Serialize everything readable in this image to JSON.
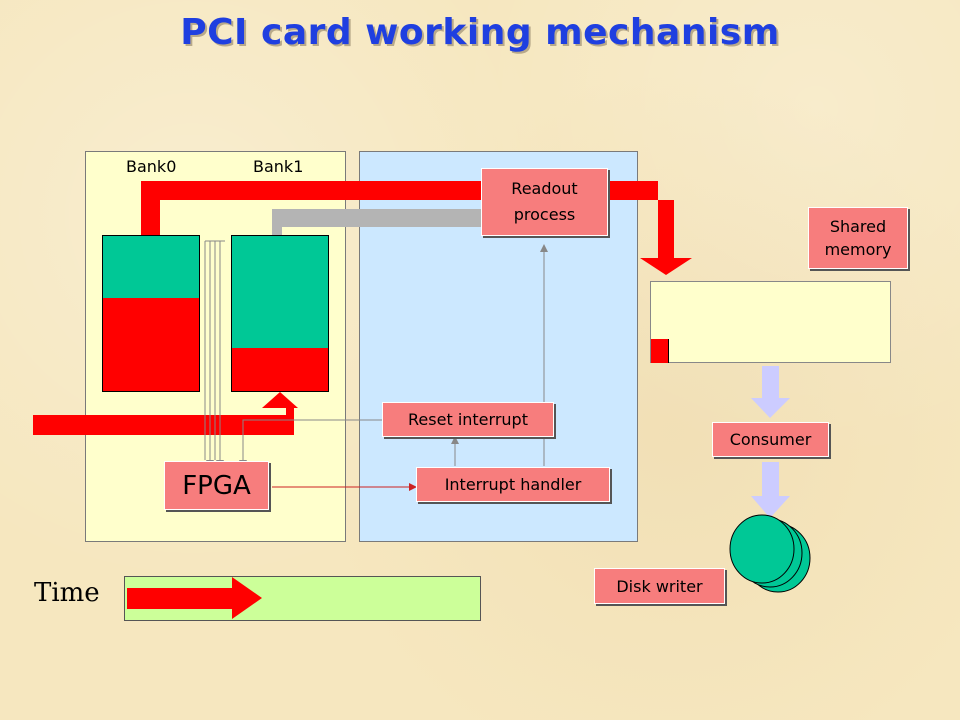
{
  "title": "PCI card working mechanism",
  "banks": {
    "bank0_label": "Bank0",
    "bank1_label": "Bank1",
    "bank0_fill_fraction": 0.62,
    "bank1_fill_fraction": 0.27
  },
  "labels": {
    "readout": [
      "Readout",
      "process"
    ],
    "shared_memory": [
      "Shared",
      "memory"
    ],
    "reset_interrupt": "Reset interrupt",
    "interrupt_handler": "Interrupt handler",
    "fpga": "FPGA",
    "consumer": "Consumer",
    "disk_writer": "Disk writer",
    "time": "Time"
  },
  "colors": {
    "data_red": "#ff0000",
    "empty_green": "#00c896",
    "gray_path": "#b4b4b4",
    "board_yellow": "#ffffcc",
    "host_blue": "#cce8ff",
    "flow_lavender": "#ccccff",
    "timeline_green": "#ccff99",
    "label_fill": "#f77d7d",
    "title_blue": "#1f3fe0"
  }
}
